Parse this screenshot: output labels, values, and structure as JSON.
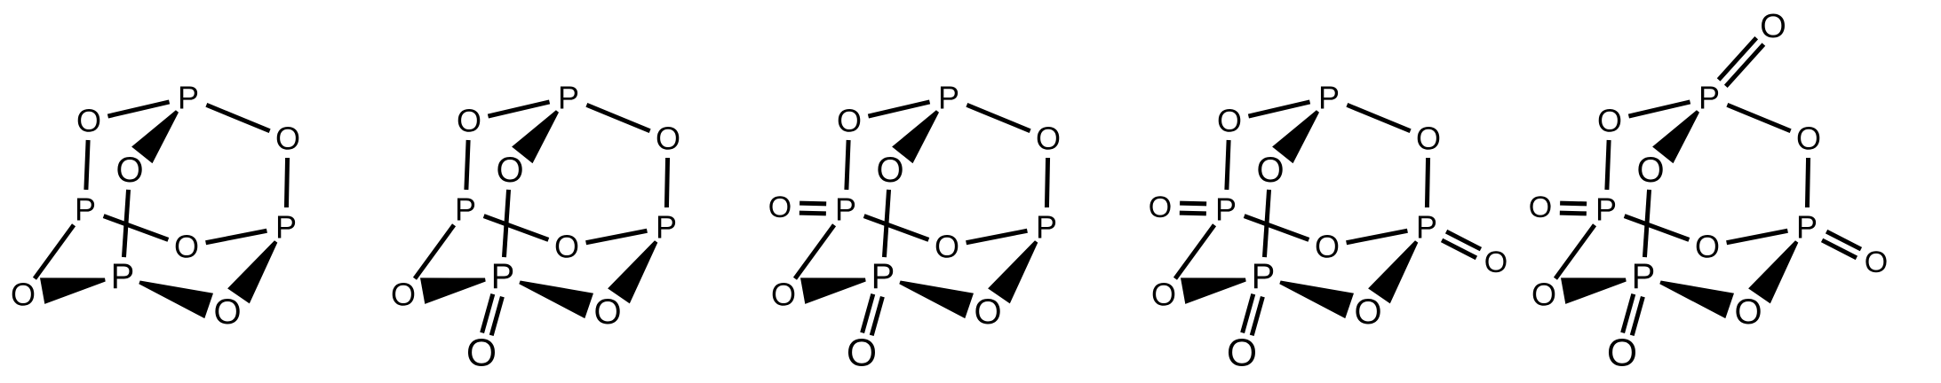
{
  "diagram": {
    "type": "chemical-structures",
    "colors": {
      "ink": "#000000",
      "background": "#ffffff"
    },
    "molecules": [
      {
        "atoms": [
          {
            "id": "Pt",
            "element": "P"
          },
          {
            "id": "O1",
            "element": "O"
          },
          {
            "id": "O2",
            "element": "O"
          },
          {
            "id": "Oc",
            "element": "O"
          },
          {
            "id": "PL",
            "element": "P"
          },
          {
            "id": "PR",
            "element": "P"
          },
          {
            "id": "Om",
            "element": "O"
          },
          {
            "id": "PB",
            "element": "P"
          },
          {
            "id": "O3",
            "element": "O"
          },
          {
            "id": "O4",
            "element": "O"
          }
        ]
      },
      {
        "atoms": [
          {
            "id": "Pt",
            "element": "P"
          },
          {
            "id": "O1",
            "element": "O"
          },
          {
            "id": "O2",
            "element": "O"
          },
          {
            "id": "Oc",
            "element": "O"
          },
          {
            "id": "PL",
            "element": "P"
          },
          {
            "id": "PR",
            "element": "P"
          },
          {
            "id": "Om",
            "element": "O"
          },
          {
            "id": "PB",
            "element": "P"
          },
          {
            "id": "O3",
            "element": "O"
          },
          {
            "id": "O4",
            "element": "O"
          },
          {
            "id": "OxB",
            "element": "O"
          }
        ]
      },
      {
        "atoms": [
          {
            "id": "Pt",
            "element": "P"
          },
          {
            "id": "O1",
            "element": "O"
          },
          {
            "id": "O2",
            "element": "O"
          },
          {
            "id": "Oc",
            "element": "O"
          },
          {
            "id": "PL",
            "element": "P"
          },
          {
            "id": "PR",
            "element": "P"
          },
          {
            "id": "Om",
            "element": "O"
          },
          {
            "id": "PB",
            "element": "P"
          },
          {
            "id": "O3",
            "element": "O"
          },
          {
            "id": "O4",
            "element": "O"
          },
          {
            "id": "OxB",
            "element": "O"
          },
          {
            "id": "OxL",
            "element": "O"
          }
        ]
      },
      {
        "atoms": [
          {
            "id": "Pt",
            "element": "P"
          },
          {
            "id": "O1",
            "element": "O"
          },
          {
            "id": "O2",
            "element": "O"
          },
          {
            "id": "Oc",
            "element": "O"
          },
          {
            "id": "PL",
            "element": "P"
          },
          {
            "id": "PR",
            "element": "P"
          },
          {
            "id": "Om",
            "element": "O"
          },
          {
            "id": "PB",
            "element": "P"
          },
          {
            "id": "O3",
            "element": "O"
          },
          {
            "id": "O4",
            "element": "O"
          },
          {
            "id": "OxB",
            "element": "O"
          },
          {
            "id": "OxL",
            "element": "O"
          },
          {
            "id": "OxR",
            "element": "O"
          }
        ]
      },
      {
        "atoms": [
          {
            "id": "Pt",
            "element": "P"
          },
          {
            "id": "O1",
            "element": "O"
          },
          {
            "id": "O2",
            "element": "O"
          },
          {
            "id": "Oc",
            "element": "O"
          },
          {
            "id": "PL",
            "element": "P"
          },
          {
            "id": "PR",
            "element": "P"
          },
          {
            "id": "Om",
            "element": "O"
          },
          {
            "id": "PB",
            "element": "P"
          },
          {
            "id": "O3",
            "element": "O"
          },
          {
            "id": "O4",
            "element": "O"
          },
          {
            "id": "OxB",
            "element": "O"
          },
          {
            "id": "OxL",
            "element": "O"
          },
          {
            "id": "OxR",
            "element": "O"
          },
          {
            "id": "OxT",
            "element": "O"
          }
        ]
      }
    ]
  }
}
